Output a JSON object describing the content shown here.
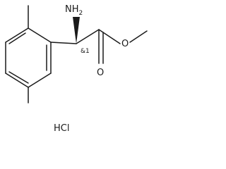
{
  "molecule": {
    "amine_label": "NH",
    "amine_subscript": "2",
    "stereo_label": "&1",
    "carbonyl_oxygen_label": "O",
    "ester_oxygen_label": "O",
    "salt_label": "HCl"
  }
}
